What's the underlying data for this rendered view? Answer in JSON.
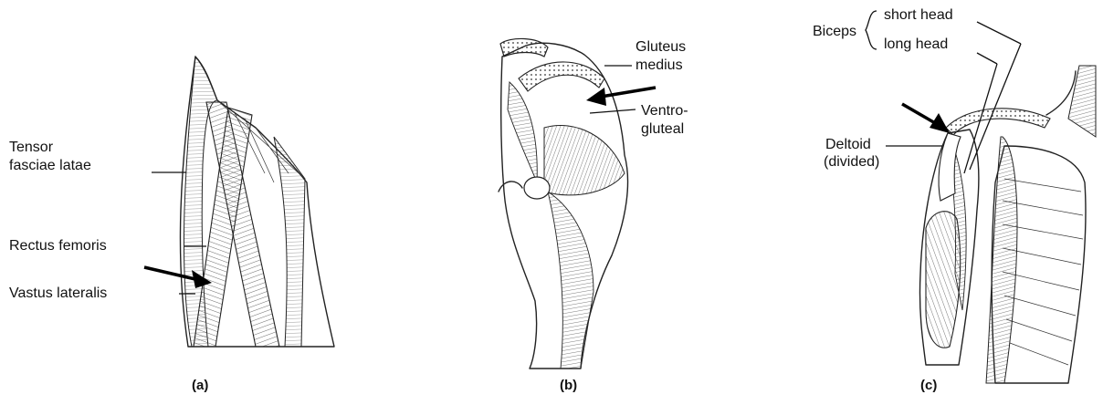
{
  "panels": {
    "a": {
      "caption": "(a)",
      "labels": {
        "tensor_line1": "Tensor",
        "tensor_line2": "fasciae latae",
        "rectus": "Rectus femoris",
        "vastus": "Vastus lateralis"
      }
    },
    "b": {
      "caption": "(b)",
      "labels": {
        "gluteus_line1": "Gluteus",
        "gluteus_line2": "medius",
        "ventro_line1": "Ventro-",
        "ventro_line2": "gluteal"
      }
    },
    "c": {
      "caption": "(c)",
      "labels": {
        "biceps": "Biceps",
        "short_head": "short head",
        "long_head": "long head",
        "deltoid_line1": "Deltoid",
        "deltoid_line2": "(divided)"
      }
    }
  }
}
